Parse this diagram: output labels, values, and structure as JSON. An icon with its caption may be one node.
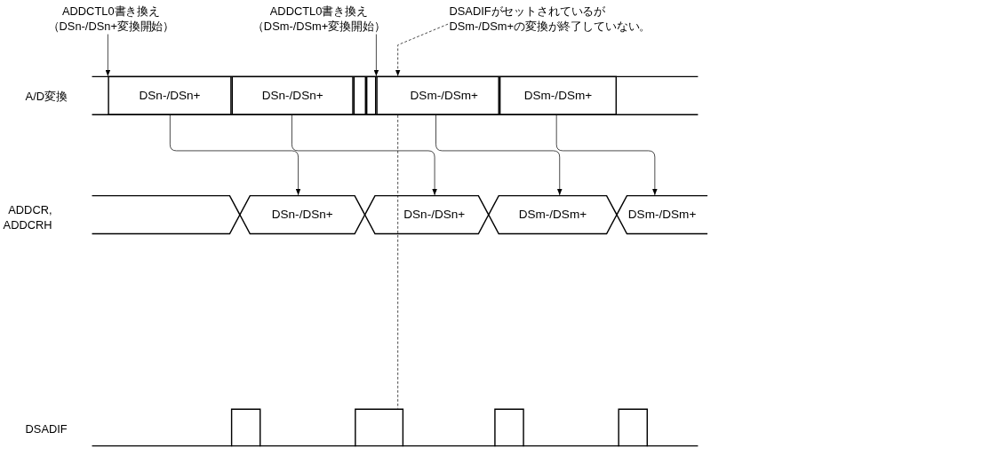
{
  "diagram": {
    "nodes": [
      {
        "text": [
          "ADDCTL0書き換え",
          "（DSn-/DSn+変換開始）"
        ]
      },
      {
        "text": [
          "ADDCTL0書き換え",
          "（DSm-/DSm+変換開始）"
        ]
      },
      {
        "text": [
          "DSADIFがセットされているが",
          "DSm-/DSm+の変換が終了していない。"
        ]
      },
      {
        "text": [
          "DSn-/DSn+"
        ]
      },
      {
        "text": [
          "DSn-/DSn+"
        ]
      },
      {
        "text": [],
        "shape": "box"
      },
      {
        "text": [],
        "shape": "box"
      },
      {
        "text": [
          "DSm-/DSm+"
        ]
      },
      {
        "text": [
          "DSm-/DSm+"
        ]
      },
      {
        "text": [
          "DSn-/DSn+"
        ]
      },
      {
        "text": [
          "DSn-/DSn+"
        ]
      },
      {
        "text": [
          "DSm-/DSm+"
        ]
      },
      {
        "text": [
          "DSm-/DSm+"
        ]
      },
      {
        "text": [],
        "shape": "pulse"
      },
      {
        "text": [],
        "shape": "pulse"
      },
      {
        "text": [],
        "shape": "pulse"
      },
      {
        "text": [],
        "shape": "pulse"
      }
    ],
    "edges": [
      {
        "from": 0,
        "to": 3,
        "arrow": "to"
      },
      {
        "from": 1,
        "to": 7,
        "arrow": "to"
      },
      {
        "from": 2,
        "to": 7,
        "arrow": "to",
        "style": "dashed"
      },
      {
        "from": 3,
        "to": 9,
        "arrow": "to"
      },
      {
        "from": 4,
        "to": 10,
        "arrow": "to"
      },
      {
        "from": 7,
        "to": 11,
        "arrow": "to"
      },
      {
        "from": 8,
        "to": 12,
        "arrow": "to"
      }
    ],
    "labels": [
      "A/D変換",
      "ADDCR, ADDCRH",
      "DSADIF"
    ]
  }
}
